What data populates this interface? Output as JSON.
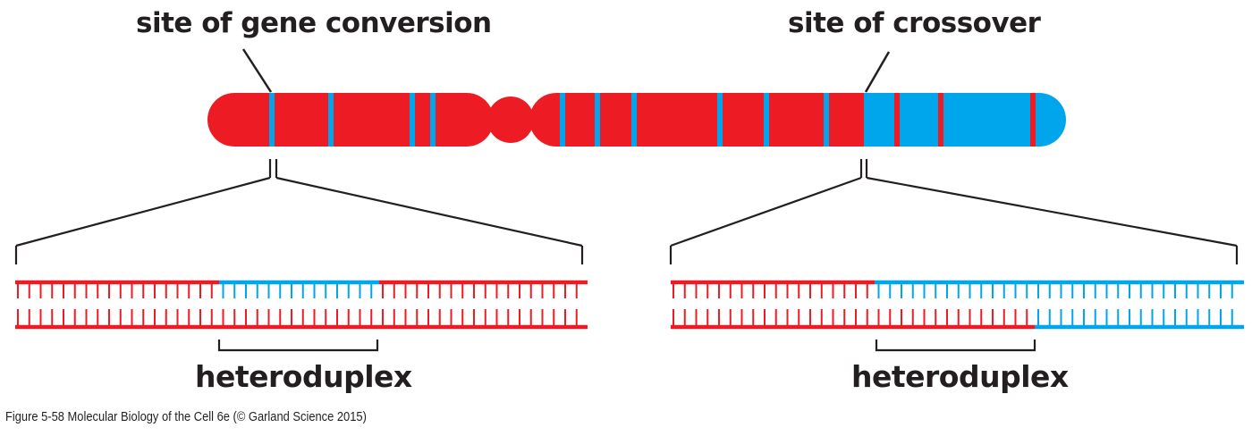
{
  "labels": {
    "gene_conversion_site": "site of gene conversion",
    "crossover_site": "site of crossover",
    "heteroduplex_left": "heteroduplex",
    "heteroduplex_right": "heteroduplex"
  },
  "caption": "Figure 5-58  Molecular Biology of the Cell 6e (© Garland Science 2015)",
  "colors": {
    "red": "#ed1c24",
    "blue": "#00a6eb",
    "line": "#231f20"
  }
}
